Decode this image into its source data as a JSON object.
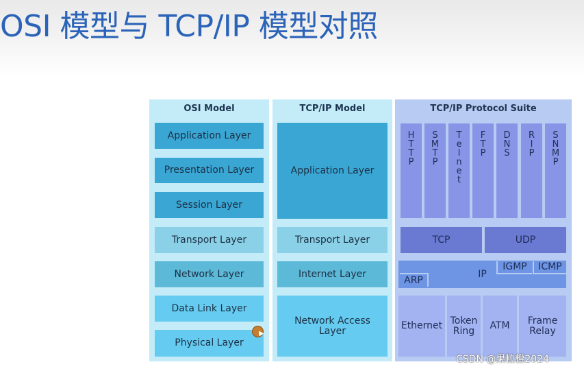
{
  "slide": {
    "title": "OSI 模型与 TCP/IP 模型对照",
    "watermark": "CSDN @果粒橙2024"
  },
  "osi": {
    "header": "OSI Model",
    "layers": [
      "Application Layer",
      "Presentation Layer",
      "Session Layer",
      "Transport Layer",
      "Network Layer",
      "Data Link Layer",
      "Physical Layer"
    ]
  },
  "tcpip": {
    "header": "TCP/IP Model",
    "layers": [
      "Application Layer",
      "Transport Layer",
      "Internet Layer",
      "Network Access Layer"
    ]
  },
  "suite": {
    "header": "TCP/IP Protocol Suite",
    "application_protocols": [
      "HTTP",
      "SMTP",
      "Telnet",
      "FTP",
      "DNS",
      "RIP",
      "SNMP"
    ],
    "transport": [
      "TCP",
      "UDP"
    ],
    "internet": {
      "ip": "IP",
      "arp": "ARP",
      "igmp": "IGMP",
      "icmp": "ICMP"
    },
    "network_access": [
      "Ethernet",
      "Token Ring",
      "ATM",
      "Frame Relay"
    ]
  },
  "colors": {
    "title": "#2b63b8",
    "column_bg": "#c4ecf8",
    "suite_bg": "#b8cbf2",
    "layer_dark": "#3aa6d3",
    "layer_mid": "#5db9d8",
    "layer_light": "#8ad0e6",
    "layer_pale": "#65cbf0",
    "protocol_box": "#8895e6"
  }
}
